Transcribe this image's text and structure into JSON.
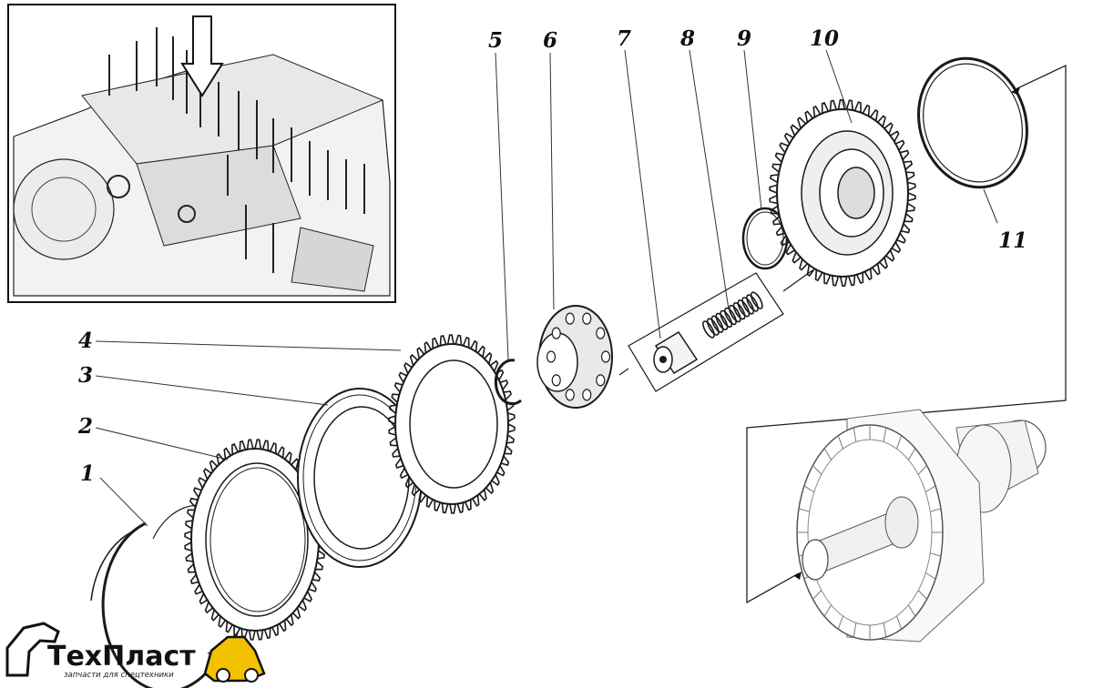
{
  "labels": {
    "p1": "1",
    "p2": "2",
    "p3": "3",
    "p4": "4",
    "p5": "5",
    "p6": "6",
    "p7": "7",
    "p8": "8",
    "p9": "9",
    "p10": "10",
    "p11": "11"
  },
  "logo": {
    "name_part1": "Тех",
    "name_part2": "Пласт",
    "tagline": "запчасти для спецтехники"
  },
  "colors": {
    "ink": "#1a1a1a",
    "logo_text": "#111111",
    "logo_accent": "#f2c200"
  }
}
